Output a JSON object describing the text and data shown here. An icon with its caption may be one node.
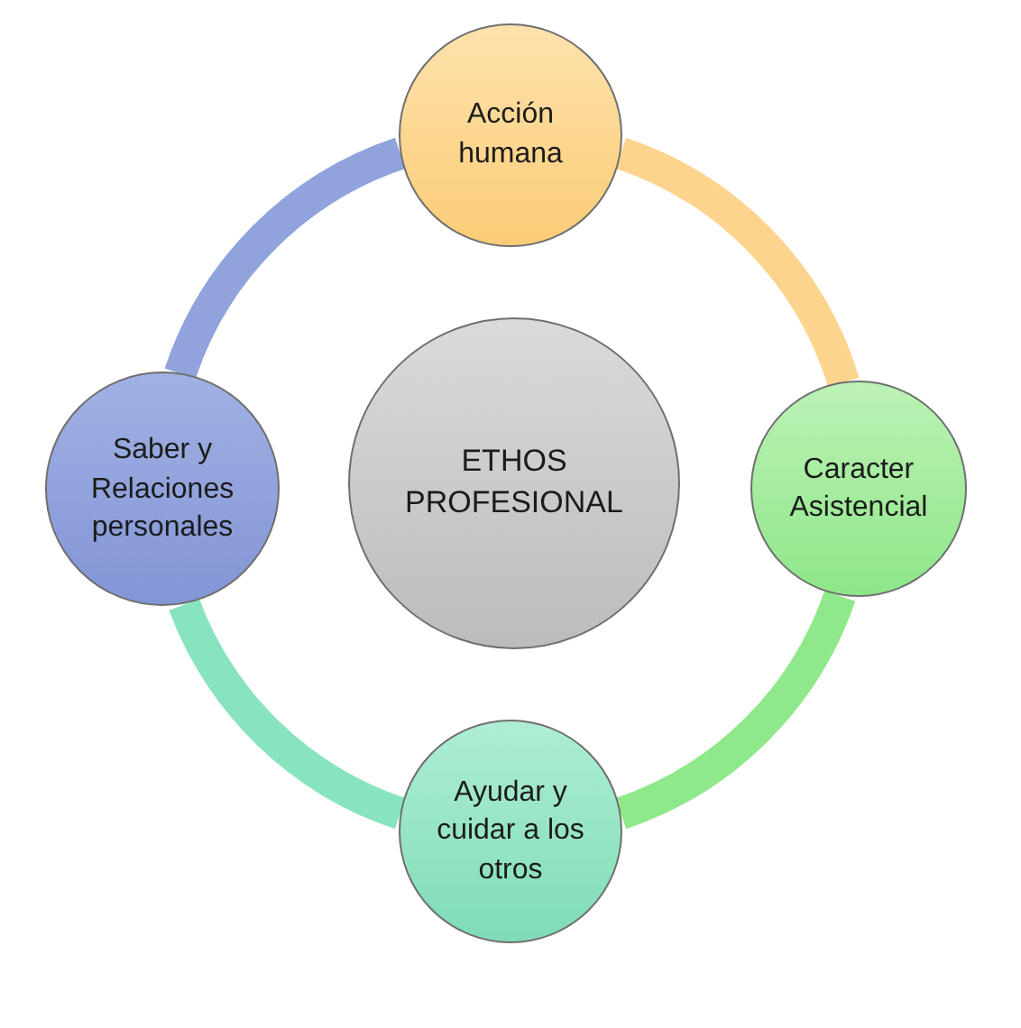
{
  "diagram": {
    "nodes": [
      {
        "text": [
          "Acción humana"
        ]
      },
      {
        "text": [
          "Saber y Relaciones personales"
        ]
      },
      {
        "text": [
          "ETHOS PROFESIONAL"
        ]
      },
      {
        "text": [
          "Caracter Asistencial"
        ]
      },
      {
        "text": [
          "Ayudar y cuidar a los otros"
        ]
      }
    ],
    "edges": [
      {
        "from": 0,
        "to": 3,
        "arrow": "none",
        "color": "#fdd48e"
      },
      {
        "from": 3,
        "to": 4,
        "arrow": "none",
        "color": "#8fe889"
      },
      {
        "from": 4,
        "to": 1,
        "arrow": "none",
        "color": "#88e4bf"
      },
      {
        "from": 1,
        "to": 0,
        "arrow": "none",
        "color": "#90a3dd"
      }
    ]
  }
}
